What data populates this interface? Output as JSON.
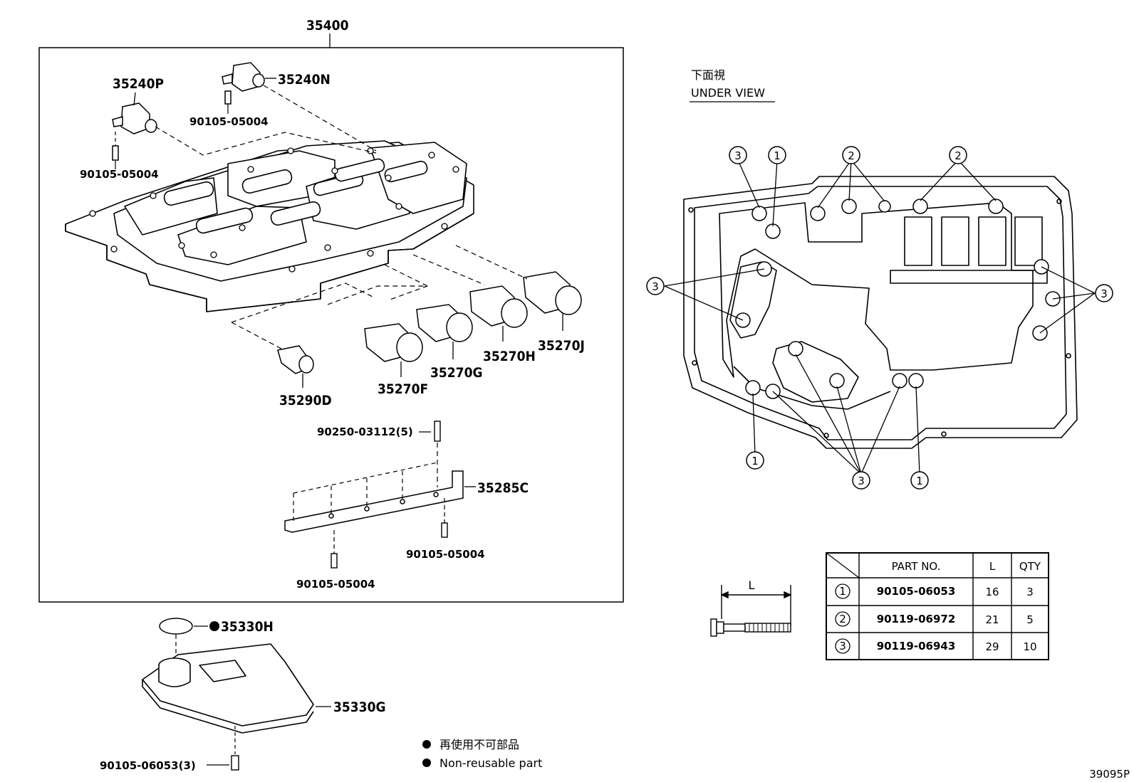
{
  "diagram": {
    "assembly_label": "35400",
    "parts": {
      "p35240P": "35240P",
      "p35240N": "35240N",
      "bolt_a": "90105-05004",
      "bolt_b": "90105-05004",
      "bolt_c": "90105-05004",
      "bolt_d": "90105-05004",
      "p35290D": "35290D",
      "p35270F": "35270F",
      "p35270G": "35270G",
      "p35270H": "35270H",
      "p35270J": "35270J",
      "pin": "90250-03112(5)",
      "p35285C": "35285C",
      "p35330H": "35330H",
      "p35330G": "35330G",
      "strainer_bolt": "90105-06053(3)"
    },
    "under_view": {
      "title_jp": "下面視",
      "title_en": "UNDER VIEW",
      "callouts": {
        "c1": "1",
        "c2": "2",
        "c3": "3"
      }
    },
    "bolt_dim_label": "L",
    "legend": {
      "jp": "再使用不可部品",
      "en": "Non-reusable part"
    },
    "figure_code": "39095P"
  },
  "table": {
    "headers": {
      "part_no": "PART NO.",
      "l": "L",
      "qty": "QTY"
    },
    "rows": [
      {
        "key": "1",
        "part_no": "90105-06053",
        "l": "16",
        "qty": "3"
      },
      {
        "key": "2",
        "part_no": "90119-06972",
        "l": "21",
        "qty": "5"
      },
      {
        "key": "3",
        "part_no": "90119-06943",
        "l": "29",
        "qty": "10"
      }
    ]
  }
}
